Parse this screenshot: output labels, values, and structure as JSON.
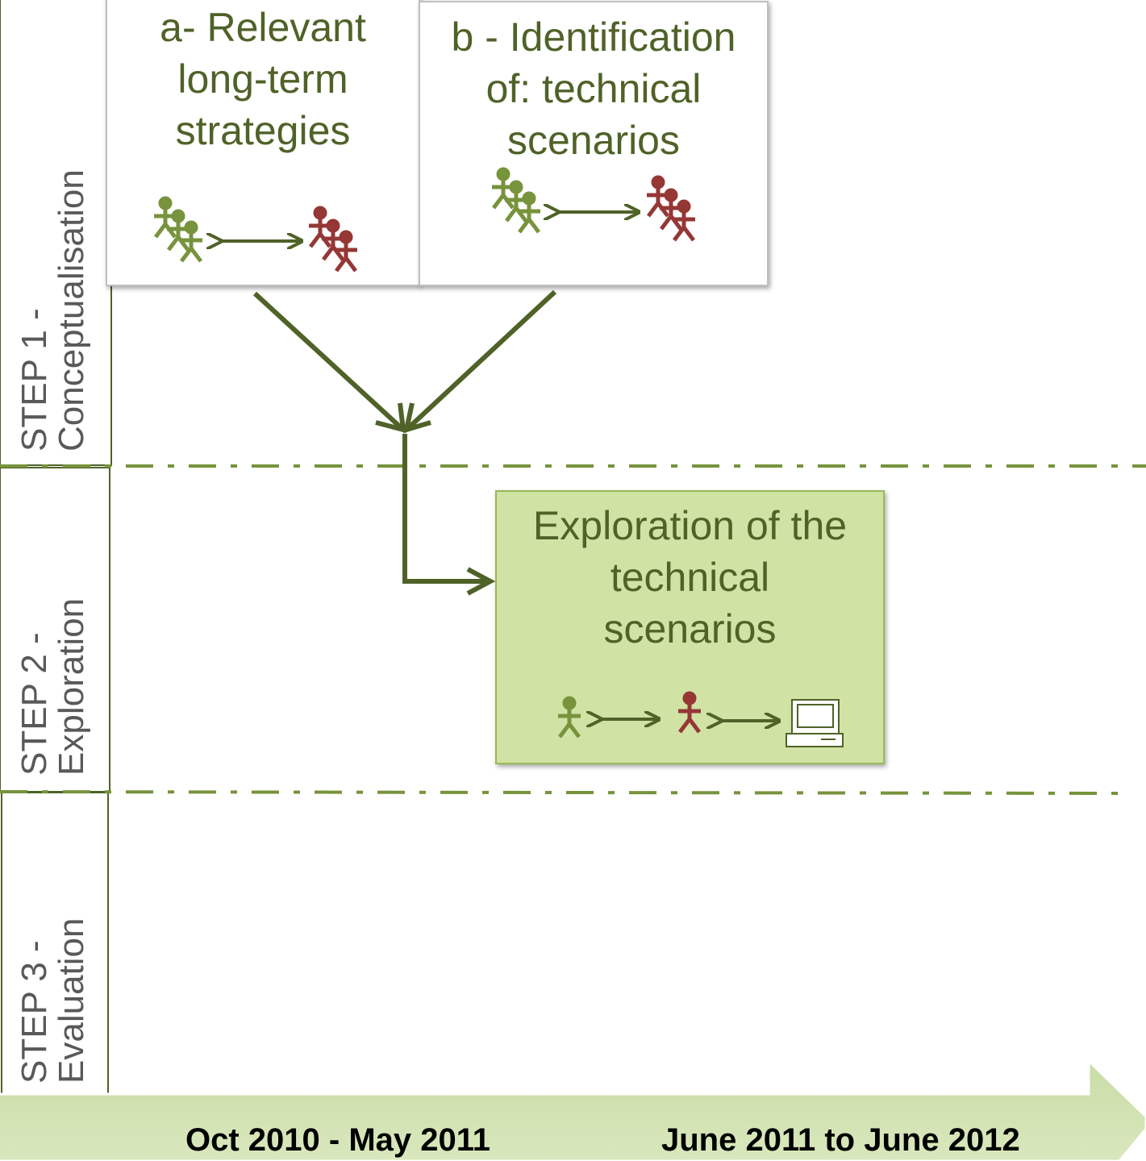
{
  "steps": [
    {
      "line1": "STEP 1 -",
      "line2": "Conceptualisation"
    },
    {
      "line1": "STEP 2 -",
      "line2": "Exploration"
    },
    {
      "line1": "STEP 3 -",
      "line2": "Evaluation"
    }
  ],
  "boxes": {
    "a": {
      "lines": [
        "a- Relevant",
        "long-term",
        "strategies"
      ]
    },
    "b": {
      "lines": [
        "b - Identification",
        "of: technical",
        "scenarios"
      ]
    },
    "exploration": {
      "lines": [
        "Exploration of the",
        "technical",
        "scenarios"
      ]
    }
  },
  "timeline": {
    "period1": "Oct 2010 - May 2011",
    "period2": "June 2011 to  June 2012"
  },
  "colors": {
    "dark_green": "#4f6228",
    "light_green": "#77933c",
    "red": "#953735",
    "box_fill_green": "#d0e3a4",
    "timeline_fill": "#c3d69b",
    "step_border": "#4f6228"
  },
  "icons": [
    "green-people-group-icon",
    "red-people-group-icon",
    "double-arrow-icon",
    "green-person-icon",
    "red-person-icon",
    "computer-icon"
  ]
}
